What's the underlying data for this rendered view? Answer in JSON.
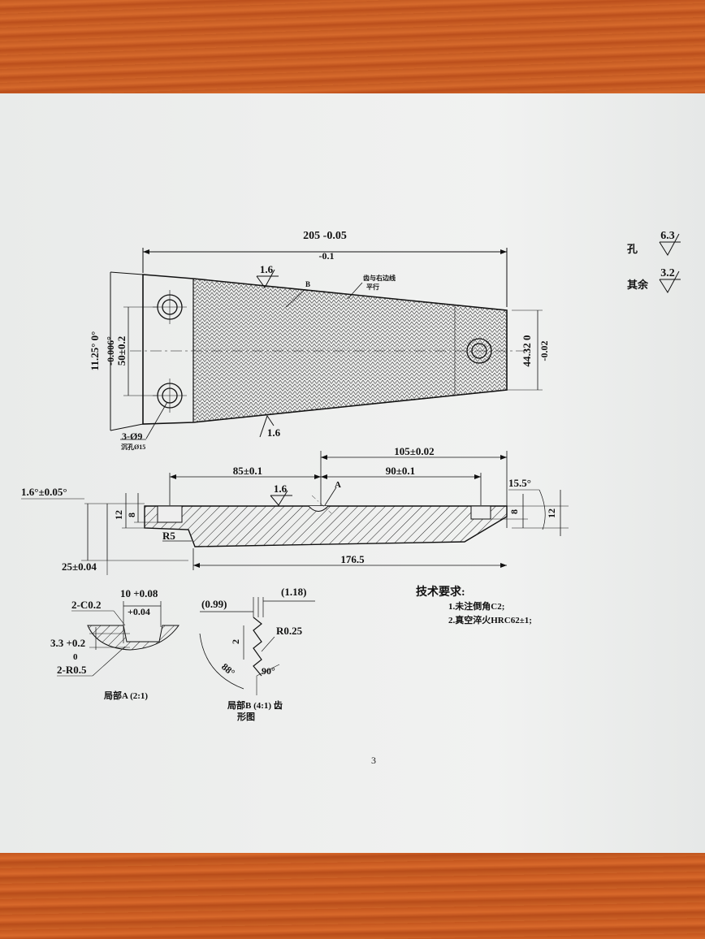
{
  "top_view": {
    "overall_width": "205 -0.05",
    "overall_width_tol": "-0.1",
    "surface_top": "1.6",
    "surface_bottom": "1.6",
    "label_b": "B",
    "parallel_note": "齿与右边线",
    "parallel_note2": "平行",
    "angle": "11.25° 0°",
    "angle_tol": "-0.006°",
    "hole_spacing": "50±0.2",
    "right_height": "44.32 0",
    "right_height_tol": "-0.02",
    "holes": "3-Ø9",
    "holes_note": "沉孔Ø15"
  },
  "side_view": {
    "dim_105": "105±0.02",
    "dim_85": "85±0.1",
    "dim_90": "90±0.1",
    "angle_left": "1.6°±0.05°",
    "surface": "1.6",
    "label_a": "A",
    "angle_right": "15.5°",
    "dim_12_left": "12",
    "dim_8_left": "8",
    "dim_8_right": "8",
    "dim_12_right": "12",
    "r5": "R5",
    "dim_25": "25±0.04",
    "dim_176": "176.5"
  },
  "detail_a": {
    "dim_10": "10 +0.08",
    "dim_10_tol": "+0.04",
    "chamfer": "2-C0.2",
    "dim_33": "3.3 +0.2",
    "dim_33_tol": "0",
    "radius": "2-R0.5",
    "caption": "局部A (2:1)"
  },
  "detail_b": {
    "dim_099": "(0.99)",
    "dim_118": "(1.18)",
    "r025": "R0.25",
    "dim_2": "2",
    "angle_90": "90°",
    "angle_88": "88°",
    "caption_1": "局部B (4:1) 齿",
    "caption_2": "形图"
  },
  "tech_req": {
    "title": "技术要求:",
    "item1": "1.未注倒角C2;",
    "item2": "2.真空淬火HRC62±1;"
  },
  "roughness": {
    "hole_label": "孔",
    "hole_value": "6.3",
    "other_label": "其余",
    "other_value": "3.2"
  },
  "page_number": "3"
}
